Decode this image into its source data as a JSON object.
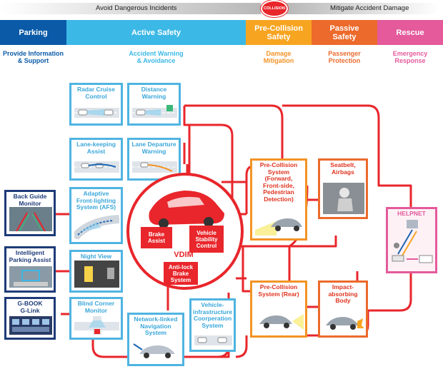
{
  "top_arrow": {
    "left_text": "Avoid Dangerous Incidents",
    "collision": "COLLISION",
    "right_text": "Mitigate Accident Damage"
  },
  "phases": [
    {
      "title": "Parking",
      "subtitle": "Provide Information\n& Support",
      "color": "#0a5aa8"
    },
    {
      "title": "Active Safety",
      "subtitle": "Accident Warning\n& Avoidance",
      "color": "#3cb8e6"
    },
    {
      "title": "Pre-Collision\nSafety",
      "subtitle": "Damage\nMitigation",
      "color": "#f7a521"
    },
    {
      "title": "Passive\nSafety",
      "subtitle": "Passenger\nProtection",
      "color": "#ec6a2b"
    },
    {
      "title": "Rescue",
      "subtitle": "Emergency\nResponse",
      "color": "#e45a9b"
    }
  ],
  "boxes": {
    "radar": "Radar Cruise\nControl",
    "distance": "Distance\nWarning",
    "lanekeep": "Lane-keeping\nAssist",
    "lanedep": "Lane Departure\nWarning",
    "afs": "Adaptive\nFront-lighting\nSystem (AFS)",
    "nightview": "Night View",
    "blindcorner": "Blind Corner\nMonitor",
    "backguide": "Back Guide\nMonitor",
    "ipa": "Intelligent\nParking Assist",
    "gbook": "G-BOOK\nG-Link",
    "network": "Network-linked\nNavigation\nSystem",
    "v2i": "Vehicle-\ninfrastructure\nCoorperation\nSystem",
    "pcs_front": "Pre-Collision\nSystem\n(Forward,\nFront-side,\nPedestrian\nDetection)",
    "pcs_rear": "Pre-Collision\nSystem (Rear)",
    "seatbelt": "Seatbelt,\nAirbags",
    "impact": "Impact-\nabsorbing\nBody",
    "helpnet": "HELPNET"
  },
  "vdim": {
    "title": "VDIM",
    "brake_assist": "Brake\nAssist",
    "vsc": "Vehicle\nStability\nControl",
    "abs": "Anti-lock\nBrake\nSystem"
  },
  "colors": {
    "red": "#e8262b",
    "blue": "#4fb4e1",
    "orange": "#f39325",
    "navy": "#1e3b78",
    "pink": "#e45a9b"
  }
}
